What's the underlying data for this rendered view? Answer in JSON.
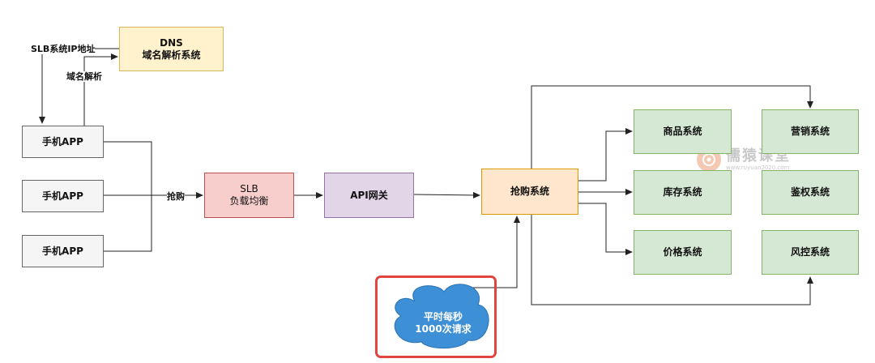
{
  "nodes": {
    "dns": {
      "line1": "DNS",
      "line2": "域名解析系统"
    },
    "phone1": "手机APP",
    "phone2": "手机APP",
    "phone3": "手机APP",
    "slb": {
      "line1": "SLB",
      "line2": "负载均衡"
    },
    "api_gateway": "API网关",
    "seckill": "抢购系统",
    "product": "商品系统",
    "inventory": "库存系统",
    "price": "价格系统",
    "marketing": "营销系统",
    "auth": "鉴权系统",
    "risk": "风控系统"
  },
  "edge_labels": {
    "slb_ip": "SLB系统IP地址",
    "dns_resolve": "域名解析",
    "seckill_request": "抢购"
  },
  "cloud": {
    "line1": "平时每秒",
    "line2": "1000次请求"
  },
  "watermark": {
    "title": "儒猿课堂",
    "url": "www.ruyuan2020.com"
  },
  "colors": {
    "cloud": "#3d8fd6",
    "highlight_border": "#e0463f",
    "line": "#222222"
  }
}
